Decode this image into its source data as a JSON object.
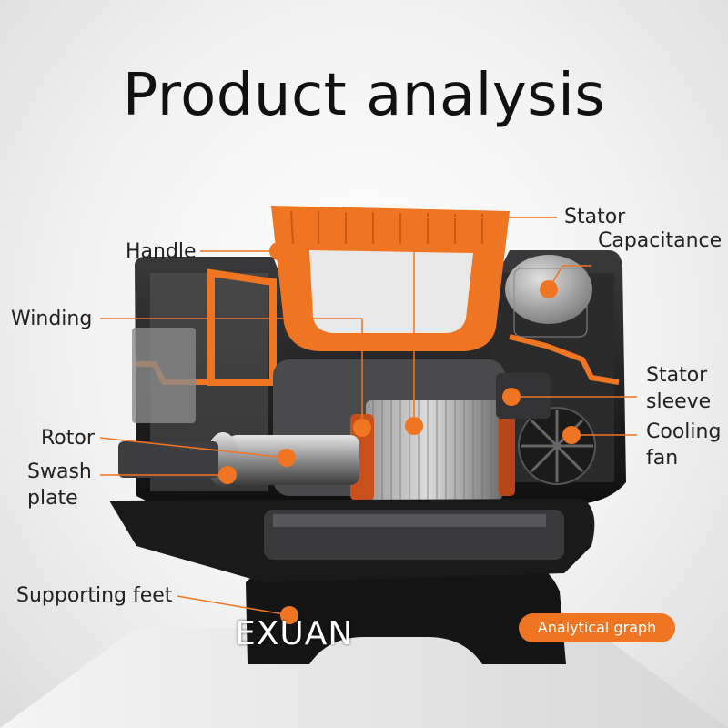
{
  "title": "Product analysis",
  "brand": "EXUAN",
  "badge": "Analytical graph",
  "colors": {
    "accent": "#f07522",
    "housing": "#1d1d1f",
    "background": "#f2f2f2"
  },
  "labels": {
    "handle": "Handle",
    "winding": "Winding",
    "rotor": "Rotor",
    "swash_1": "Swash",
    "swash_2": "plate",
    "feet": "Supporting feet",
    "stator": "Stator",
    "capacitance": "Capacitance",
    "stator_sleeve_1": "Stator",
    "stator_sleeve_2": "sleeve",
    "cooling_1": "Cooling",
    "cooling_2": "fan"
  }
}
